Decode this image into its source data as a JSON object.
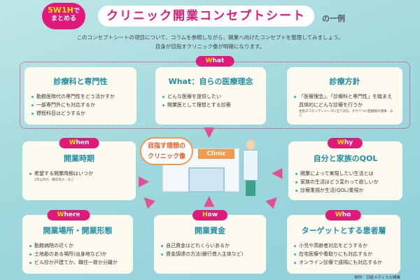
{
  "header": {
    "badge_line1_prefix": "5W1H",
    "badge_line1_suffix": "で",
    "badge_line2": "まとめる",
    "title": "クリニック開業コンセプトシート",
    "subtitle": "の一例",
    "intro1": "このコンセプトシートの項目について、コラムを参照しながら、開業へ向けたコンセプトを整理してみましょう。",
    "intro2": "自身が目指すクリニック像が明確になります。"
  },
  "what": {
    "tag_k": "W",
    "tag_rest": "hat",
    "cards": [
      {
        "title": "診療科と専門性",
        "items": [
          "勤務医時代の専門性をどう活かすか",
          "一部専門外にも対応するか",
          "標榜科目はどうするか"
        ]
      },
      {
        "title": "What：自らの医療理念",
        "items": [
          "どんな医療を提供したい",
          "開業医として理想とする診療"
        ]
      },
      {
        "title": "診療方針",
        "items": [
          "「医療理念」、「診療科と専門性」を踏まえ具体的にどんな診療を行うか"
        ],
        "note": "住民のコモンディジーズに全て対応、かかりつけ医機能の発揮…など"
      }
    ]
  },
  "when": {
    "tag_k": "W",
    "tag_rest": "hen",
    "title": "開業時期",
    "items": [
      "希望する開業時期はいつか"
    ],
    "note": "1年以内か、数年先か…など"
  },
  "why": {
    "tag_k": "W",
    "tag_rest": "hy",
    "title": "自分と家族のQOL",
    "items": [
      "開業によって実現したい生活とは",
      "家族の生活はどう変わって欲しいか",
      "診療重視か生活(QOL)重視か"
    ]
  },
  "center": {
    "ideal_line1": "目指す理想の",
    "ideal_line2": "クリニック像",
    "sign": "Clinic"
  },
  "where": {
    "tag_k": "W",
    "tag_rest": "here",
    "title": "開業場所・開業形態",
    "items": [
      "勤務病院の近くか",
      "土地勘のある場所(出身地など)か",
      "ビル診か戸建てか、職住一致か分離か"
    ]
  },
  "how": {
    "tag_k": "H",
    "tag_rest": "ow",
    "title": "開業資金",
    "items": [
      "自己資金はどれくらいあるか",
      "資金調達の方法(銀行借入主体など)"
    ]
  },
  "who": {
    "tag_k": "W",
    "tag_rest": "ho",
    "title": "ターゲットとする患者層",
    "items": [
      "小児や高齢者対応をどうするか",
      "在宅医療や看取りにも対応するか",
      "オンライン診療で遠隔にも対応するか"
    ]
  },
  "credit": "制作：日経メディカル開業"
}
